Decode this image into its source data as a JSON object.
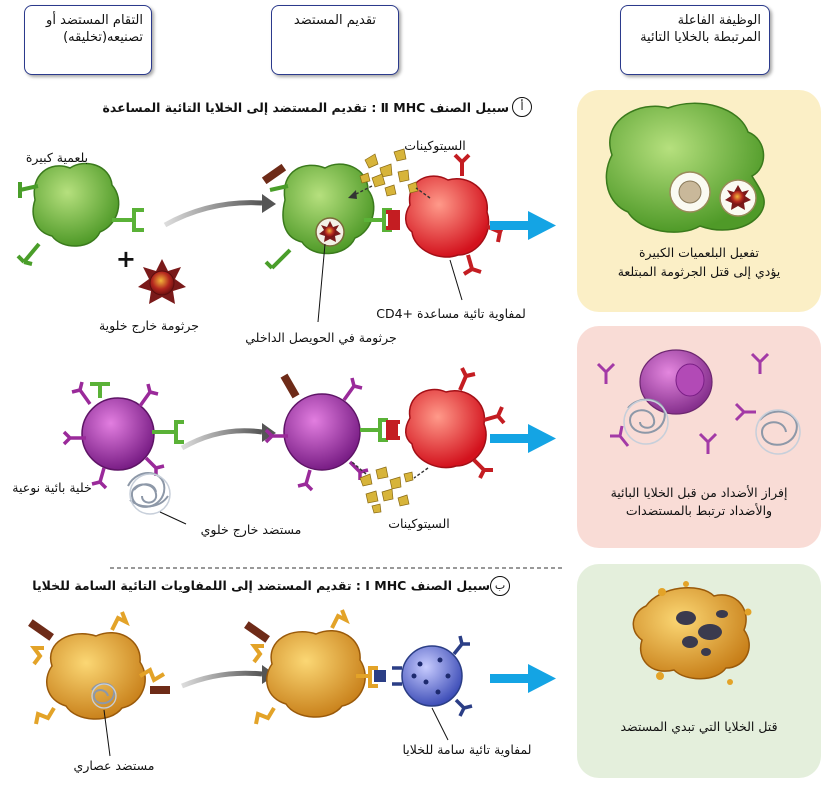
{
  "headers": {
    "capture": "التقام المستضد أو تصنيعه(تخليقه)",
    "presentation": "تقديم المستضد",
    "effector": "الوظيفة الفاعلة المرتبطة بالخلايا التائية"
  },
  "section_a": {
    "marker": "أ",
    "title": "سبيل الصنف Ⅱ MHC : تقديم المستضد إلى الخلايا التائية المساعدة"
  },
  "section_b": {
    "marker": "ب",
    "title": "سبيل الصنف Ⅰ MHC : تقديم المستضد إلى اللمفاويات التائية السامة للخلايا"
  },
  "labels": {
    "macrophage": "بلعمية كبيرة",
    "plus": "+",
    "extracellular_germ": "جرثومة خارج خلوية",
    "cytokines_top": "السيتوكينات",
    "germ_in_vesicle": "جرثومة في الحويصل الداخلي",
    "helper_t": "لمفاوية تائية مساعدة +CD4",
    "b_cell": "خلية بائية نوعية",
    "extracellular_antigen": "مستضد خارج خلوي",
    "cytokines_bottom": "السيتوكينات",
    "cytoplasmic_antigen": "مستضد عصاري",
    "cytotoxic_t": "لمفاوية تائية سامة للخلايا"
  },
  "panels": {
    "macrophage_activation": {
      "line1": "تفعيل البلعميات الكبيرة",
      "line2": "يؤدي إلى قتل الجرثومة المبتلعة"
    },
    "antibody_secretion": {
      "line1": "إفراز الأضداد من قبل الخلايا البائية",
      "line2": "والأضداد ترتبط بالمستضدات"
    },
    "cell_killing": {
      "line1": "قتل الخلايا التي تبدي المستضد"
    }
  },
  "colors": {
    "panel_yellow": "#fbefc6",
    "panel_pink": "#f9dcd6",
    "panel_green": "#e4efdc",
    "macrophage_green": "#78c043",
    "bcell_purple": "#a23aa6",
    "helper_red": "#e8252e",
    "target_orange": "#e4a12e",
    "cytotoxic_blue": "#5663c8",
    "arrow_blue": "#14a4e4"
  }
}
